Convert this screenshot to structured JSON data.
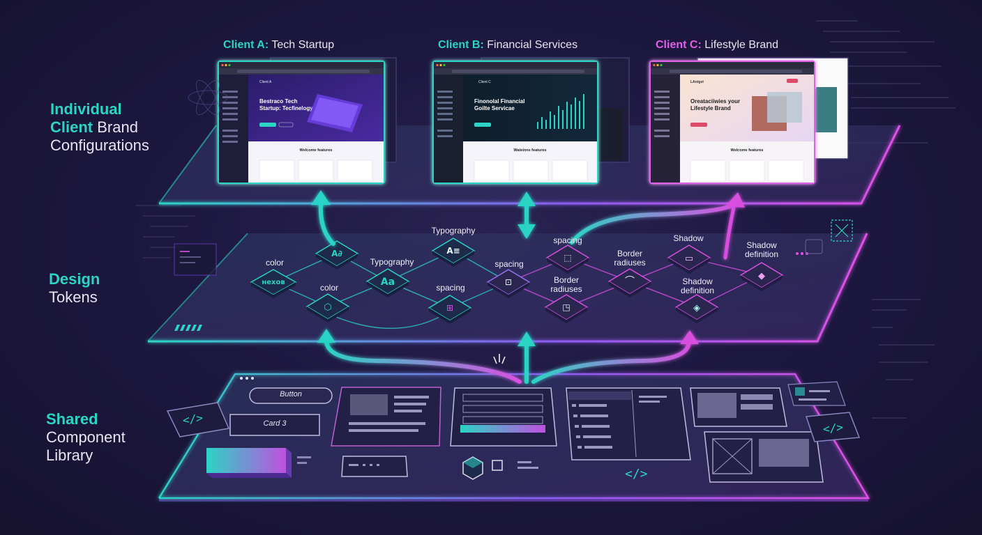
{
  "layers": {
    "clients": {
      "line1_highlight": "Individual",
      "line2_highlight": "Client",
      "line2_rest": " Brand",
      "line3": "Configurations"
    },
    "tokens": {
      "line1": "Design",
      "line2": "Tokens"
    },
    "library": {
      "line1": "Shared",
      "line2": "Component",
      "line3": "Library"
    }
  },
  "clients": [
    {
      "prefix": "Client A:",
      "name": "Tech Startup",
      "accent": "#2bd4c4",
      "nav_title": "Client A",
      "hero": "Bestraco Tech Startup: Tecfinelogy",
      "section": "Welcome features"
    },
    {
      "prefix": "Client B:",
      "name": "Financial Services",
      "accent": "#2bd4c4",
      "nav_title": "Client C",
      "hero": "Finonolal Financial Goilte Servicae",
      "section": "Wateinns features"
    },
    {
      "prefix": "Client C:",
      "name": "Lifestyle Brand",
      "accent": "#e060e8",
      "nav_title": "LAntgst",
      "hero": "Oreataciiwies your Lifestyle Brand",
      "section": "Welcome features"
    }
  ],
  "tokens": [
    {
      "label": "color",
      "glyph": "нexoв"
    },
    {
      "label": "",
      "glyph": "A∂"
    },
    {
      "label": "color",
      "glyph": "⬡"
    },
    {
      "label": "Typography",
      "glyph": "Aa"
    },
    {
      "label": "Typography",
      "glyph": "A≡"
    },
    {
      "label": "spacing",
      "glyph": "⊞"
    },
    {
      "label": "spacing",
      "glyph": "⊡"
    },
    {
      "label": "spacing",
      "glyph": "⬚"
    },
    {
      "label": "Border radiuses",
      "glyph": "◳"
    },
    {
      "label": "Border radiuses",
      "glyph": "⌒"
    },
    {
      "label": "Shadow",
      "glyph": "▭"
    },
    {
      "label": "Shadow definition",
      "glyph": "◈"
    },
    {
      "label": "Shadow definition",
      "glyph": "◆"
    }
  ],
  "components": {
    "button": "Button",
    "card": "Card 3",
    "code": "</>"
  },
  "colors": {
    "teal": "#2bd4c4",
    "magenta": "#d850e0",
    "purple": "#8a5cf0",
    "bg": "#1a1636"
  }
}
